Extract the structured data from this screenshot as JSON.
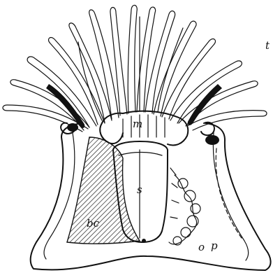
{
  "figure": {
    "labels": {
      "tentacles": "t",
      "mouth": "m",
      "stomach": "s",
      "body_cavity": "bc",
      "ovary": "o",
      "pedal": "p"
    }
  }
}
